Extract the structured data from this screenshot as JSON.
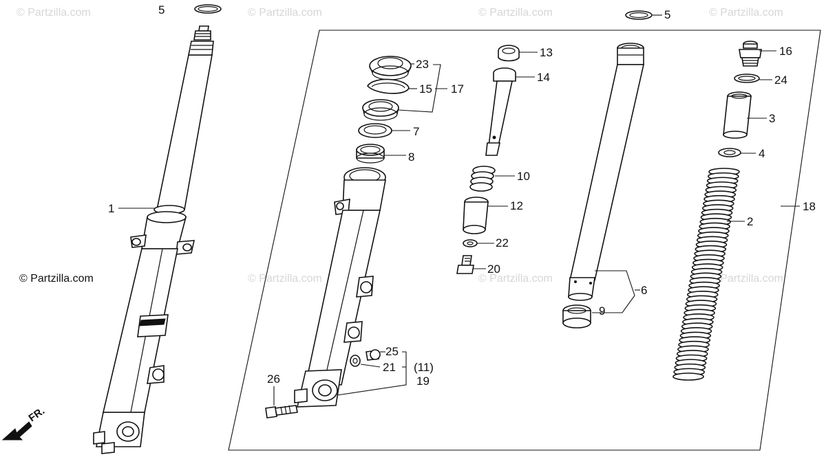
{
  "watermarks": {
    "top_1": "© Partzilla.com",
    "top_2": "© Partzilla.com",
    "top_3": "© Partzilla.com",
    "top_4": "© Partzilla.com",
    "mid_left": "© Partzilla.com",
    "mid_2": "© Partzilla.com",
    "mid_3": "© Partzilla.com",
    "mid_4": "© Partzilla.com"
  },
  "callouts": {
    "p1": "1",
    "p2": "2",
    "p3": "3",
    "p4": "4",
    "p5a": "5",
    "p5b": "5",
    "p6": "6",
    "p7": "7",
    "p8": "8",
    "p9": "9",
    "p10": "10",
    "p11": "(11)",
    "p12": "12",
    "p13": "13",
    "p14": "14",
    "p15": "15",
    "p16": "16",
    "p17": "17",
    "p18": "18",
    "p19": "19",
    "p20": "20",
    "p21": "21",
    "p22": "22",
    "p23": "23",
    "p24": "24",
    "p25": "25",
    "p26": "26"
  },
  "direction_label": "FR."
}
